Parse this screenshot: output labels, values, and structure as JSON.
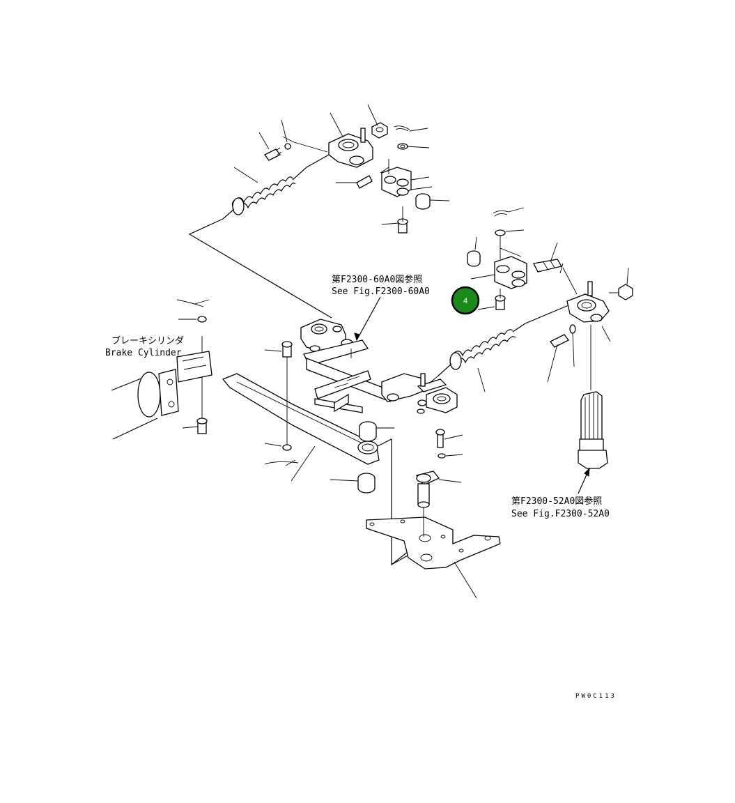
{
  "references": {
    "top": {
      "jp": "第F2300-60A0図参照",
      "en": "See Fig.F2300-60A0"
    },
    "right": {
      "jp": "第F2300-52A0図参照",
      "en": "See Fig.F2300-52A0"
    }
  },
  "brake_cylinder": {
    "jp": "ブレーキシリンダ",
    "en": "Brake Cylinder"
  },
  "callout": {
    "label": "4",
    "color": "#1a8a1a"
  },
  "drawing_code": "PW0C113"
}
